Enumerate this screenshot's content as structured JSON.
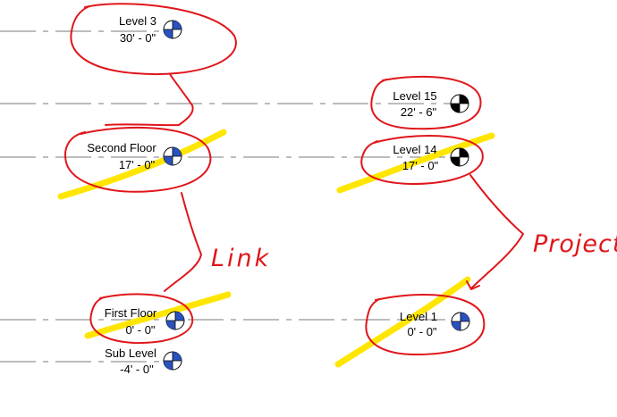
{
  "colors": {
    "level_line": "#7a7a7a",
    "markup_red": "#e0161b",
    "highlight_yellow": "#ffe600",
    "marker_blue": "#2a52be",
    "marker_black": "#000000"
  },
  "left_column": {
    "levels": [
      {
        "name": "Level 3",
        "elevation": "30' - 0\"",
        "marker": "blue-white"
      },
      {
        "name": "Second Floor",
        "elevation": "17' - 0\"",
        "marker": "blue-white"
      },
      {
        "name": "First Floor",
        "elevation": "0' - 0\"",
        "marker": "blue-white"
      },
      {
        "name": "Sub Level",
        "elevation": "-4' - 0\"",
        "marker": "blue-white"
      }
    ],
    "annotation": "Link"
  },
  "right_column": {
    "levels": [
      {
        "name": "Level 15",
        "elevation": "22' - 6\"",
        "marker": "black-white"
      },
      {
        "name": "Level 14",
        "elevation": "17' - 0\"",
        "marker": "black-white"
      },
      {
        "name": "Level 1",
        "elevation": "0' - 0\"",
        "marker": "blue-white"
      }
    ],
    "annotation": "Project"
  }
}
